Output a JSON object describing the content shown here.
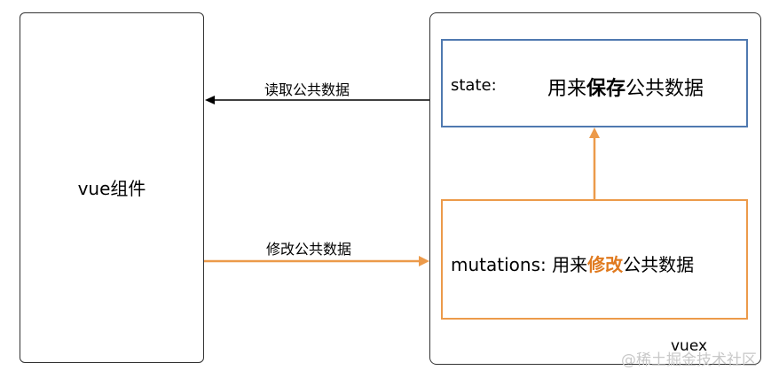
{
  "vue_component": {
    "label": "vue组件"
  },
  "vuex": {
    "label": "vuex",
    "state": {
      "key": "state:",
      "desc_prefix": "用来",
      "desc_highlight": "保存",
      "desc_suffix": "公共数据"
    },
    "mutations": {
      "key": "mutations: ",
      "desc_prefix": "用来",
      "desc_highlight": "修改",
      "desc_suffix": "公共数据"
    }
  },
  "arrows": {
    "read": {
      "label": "读取公共数据",
      "color": "#000000"
    },
    "write": {
      "label": "修改公共数据",
      "color": "#ec9a4a"
    },
    "commit": {
      "color": "#ec9a4a"
    }
  },
  "colors": {
    "state_border": "#4f79b0",
    "mutations_border": "#ec9a4a",
    "highlight": "#e07a1f"
  },
  "watermark": "@稀土掘金技术社区"
}
